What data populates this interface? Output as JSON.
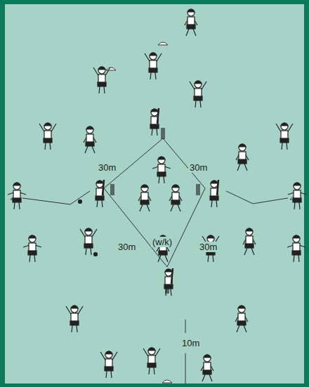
{
  "diagram": {
    "labels": [
      "30m",
      "30m",
      "30m",
      "(w/k)",
      "30m",
      "10m"
    ]
  }
}
